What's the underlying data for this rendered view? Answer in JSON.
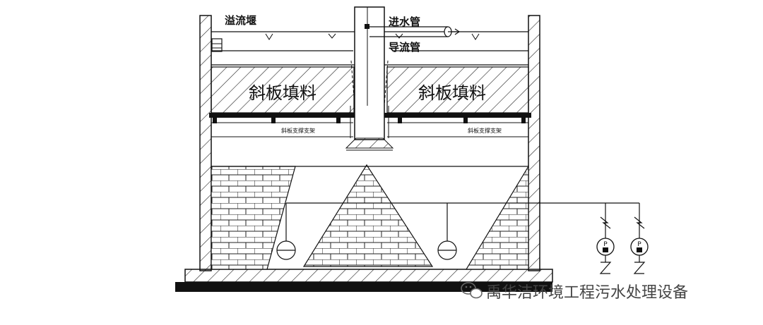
{
  "labels": {
    "overflow_weir": "溢流堰",
    "inlet_pipe": "进水管",
    "guide_pipe": "导流管",
    "packing_left": "斜板填料",
    "packing_right": "斜板填料",
    "support_left": "斜板支撑支架",
    "support_right": "斜板支撑支架",
    "pump_label_1": "P",
    "pump_label_2": "P"
  },
  "watermark": {
    "text": "禹华洁环境工程污水处理设备"
  },
  "colors": {
    "line": "#111111",
    "background": "#ffffff",
    "brick": "#222222"
  }
}
